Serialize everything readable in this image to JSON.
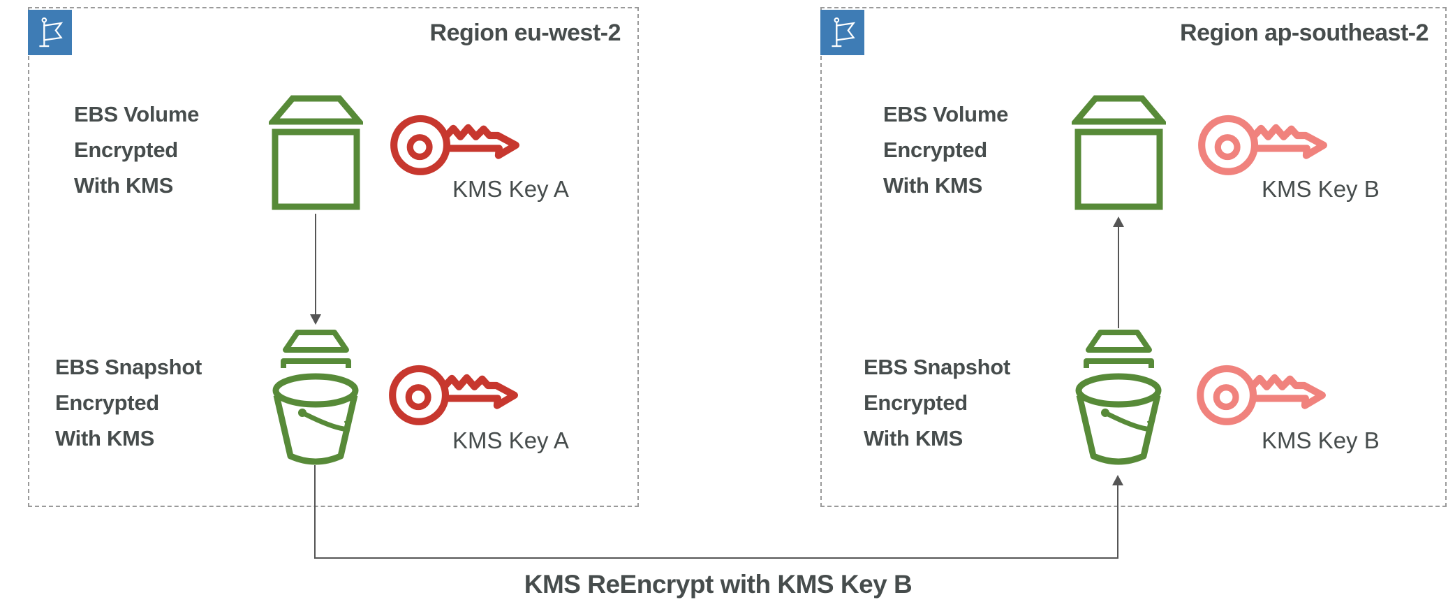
{
  "colors": {
    "icon_green": "#578a38",
    "kms_key_a": "#c7372e",
    "kms_key_b": "#f0827d",
    "text_gray": "#464c4c",
    "flag_blue": "#3e7cb5",
    "border_gray": "#9a9a9a",
    "arrow_gray": "#555555"
  },
  "regions": [
    {
      "title": "Region eu-west-2",
      "volume_label": "EBS Volume\nEncrypted\nWith KMS",
      "volume_key_label": "KMS Key A",
      "snapshot_label": "EBS Snapshot\nEncrypted\nWith KMS",
      "snapshot_key_label": "KMS Key A"
    },
    {
      "title": "Region ap-southeast-2",
      "volume_label": "EBS Volume\nEncrypted\nWith KMS",
      "volume_key_label": "KMS Key B",
      "snapshot_label": "EBS Snapshot\nEncrypted\nWith KMS",
      "snapshot_key_label": "KMS Key B"
    }
  ],
  "footer": {
    "label": "KMS ReEncrypt with KMS Key B"
  },
  "icons": {
    "flag": "region-flag",
    "volume": "ebs-volume",
    "bucket": "ebs-snapshot",
    "key": "kms-key"
  }
}
